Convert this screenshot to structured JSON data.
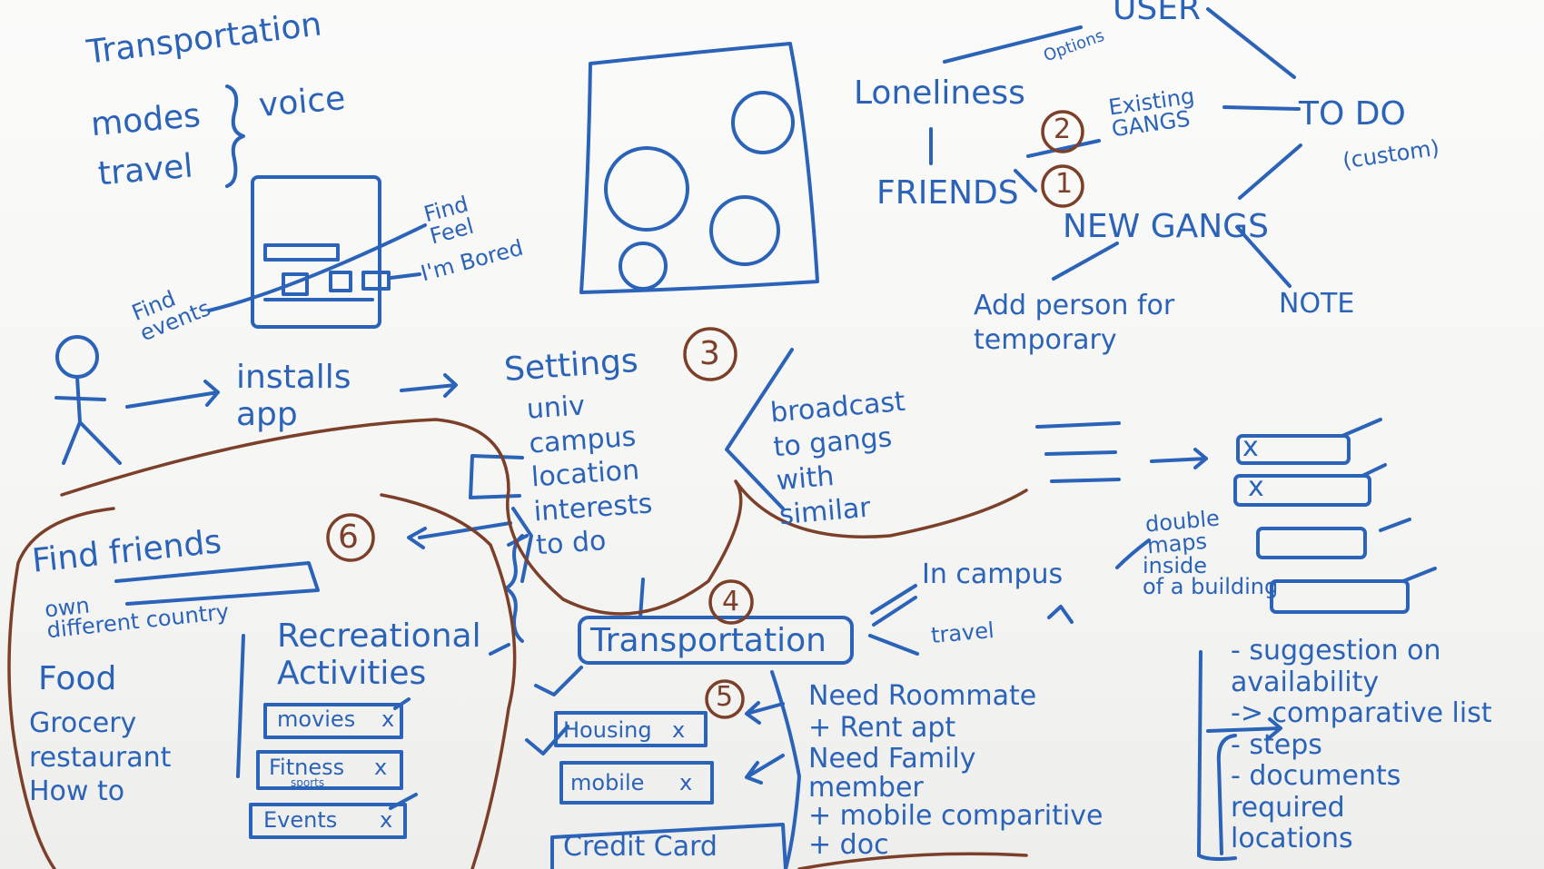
{
  "colors": {
    "ink_blue": "#2b63b8",
    "ink_brown": "#7b3f2a",
    "board": "#f7f7f5"
  },
  "texts": {
    "transportation_title": "Transportation",
    "modes": "modes",
    "travel": "travel",
    "voice": "voice",
    "find_feel": "Find\nFeel",
    "im_bored": "I'm Bored",
    "find_events": "Find\nevents",
    "installs_app": "installs\napp",
    "settings": "Settings",
    "settings_items": "univ\ncampus\nlocation\ninterests\nto do",
    "broadcast": "broadcast\nto gangs\nwith\nsimilar",
    "user": "USER",
    "options": "Options",
    "loneliness": "Loneliness",
    "existing_gangs": "Existing\nGANGS",
    "todo": "TO DO",
    "custom": "(custom)",
    "friends": "FRIENDS",
    "new_gangs": "NEW GANGS",
    "add_person": "Add person for\ntemporary",
    "note": "NOTE",
    "double_maps": "double\nmaps",
    "inside_building": "inside\nof a building",
    "in_campus": "In campus",
    "travel_r": "travel",
    "find_friends": "Find friends",
    "own_different_country": "own\ndifferent country",
    "food": "Food",
    "food_items": "Grocery\nrestaurant\nHow to",
    "recreational": "Recreational\nActivities",
    "movies": "movies",
    "fitness": "Fitness",
    "sports": "sports",
    "events": "Events",
    "transportation_box": "Transportation",
    "housing": "Housing",
    "mobile": "mobile",
    "credit_card": "Credit Card",
    "need_roommate": "Need Roommate\n+ Rent apt",
    "need_family": "Need Family\nmember\n+ mobile comparitive\n+ doc",
    "suggestion": "- suggestion on\navailability\n-> comparative list\n- steps\n- documents\nrequired\nlocations",
    "num_2": "2",
    "num_1": "1",
    "num_3": "3",
    "num_4": "4",
    "num_5": "5",
    "num_6": "6",
    "x_mark": "x"
  }
}
